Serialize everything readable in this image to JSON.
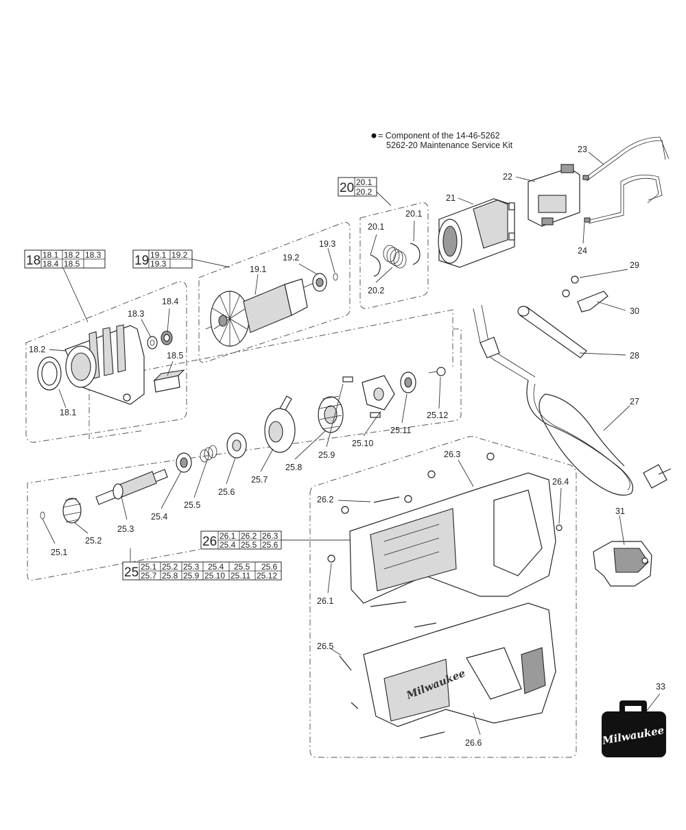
{
  "legend": {
    "line1": "= Component of the 14-46-5262",
    "line2": "5262-20 Maintenance Service Kit"
  },
  "group_boxes": [
    {
      "id": "18",
      "items": [
        "18.1",
        "18.2",
        "18.3",
        "18.4",
        "18.5",
        ""
      ]
    },
    {
      "id": "19",
      "items": [
        "19.1",
        "19.2",
        "19.3",
        ""
      ]
    },
    {
      "id": "20",
      "items": [
        "20.1",
        "20.2"
      ]
    },
    {
      "id": "26",
      "items": [
        "26.1",
        "26.2",
        "26.3",
        "25.4",
        "25.5",
        "25.6"
      ]
    },
    {
      "id": "25",
      "items": [
        "25.1",
        "25.2",
        "25.3",
        "25.4",
        "25.5",
        "25.6",
        "25.7",
        "25.8",
        "25.9",
        "25.10",
        "25.11",
        "25.12"
      ]
    }
  ],
  "callouts": {
    "c18_1": "18.1",
    "c18_2": "18.2",
    "c18_3": "18.3",
    "c18_4": "18.4",
    "c18_5": "18.5",
    "c19_1": "19.1",
    "c19_2": "19.2",
    "c19_3": "19.3",
    "c20_1a": "20.1",
    "c20_1b": "20.1",
    "c20_2": "20.2",
    "c21": "21",
    "c22": "22",
    "c23": "23",
    "c24": "24",
    "c25_1": "25.1",
    "c25_2": "25.2",
    "c25_3": "25.3",
    "c25_4": "25.4",
    "c25_5": "25.5",
    "c25_6": "25.6",
    "c25_7": "25.7",
    "c25_8": "25.8",
    "c25_9": "25.9",
    "c25_10": "25.10",
    "c25_11": "25.11",
    "c25_12": "25.12",
    "c26_1": "26.1",
    "c26_2": "26.2",
    "c26_3": "26.3",
    "c26_4": "26.4",
    "c26_5": "26.5",
    "c26_6": "26.6",
    "c27": "27",
    "c28": "28",
    "c29": "29",
    "c30": "30",
    "c31": "31",
    "c33": "33"
  },
  "brand": {
    "logo_text": "Milwaukee",
    "color_dark": "#111111",
    "color_line": "#222222"
  }
}
